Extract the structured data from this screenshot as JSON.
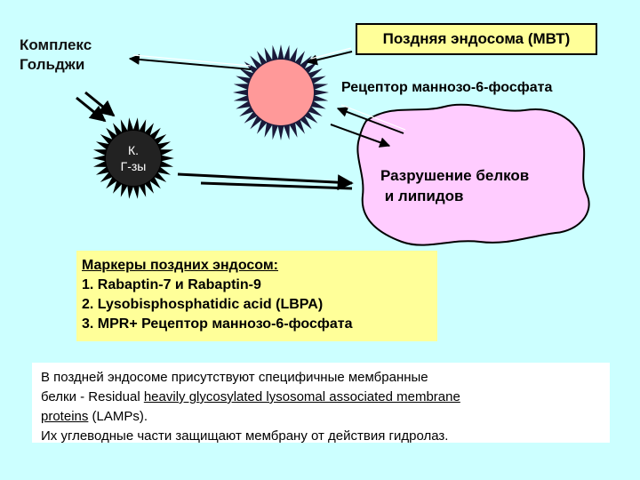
{
  "labels": {
    "golgi_line1": "Комплекс",
    "golgi_line2": "Гольджи",
    "late_endosome": "Поздняя эндосома (МВТ)",
    "receptor": "Рецептор маннозо-6-фосфата",
    "degradation_line1": "Разрушение белков",
    "degradation_line2": " и липидов",
    "granule_line1": "К.",
    "granule_line2": "Г-зы"
  },
  "markers": {
    "title": "Маркеры поздних эндосом:",
    "items": [
      "1. Rabaptin-7 и Rabaptin-9",
      "2. Lysobisphosphatidic acid (LBPA)",
      "3. MPR+ Рецептор маннозо-6-фосфата"
    ]
  },
  "note": {
    "line1": "В поздней эндосоме присутствуют специфичные мембранные",
    "line2_prefix": "белки - Residual ",
    "line2_underlined": "heavily glycosylated lysosomal associated membrane",
    "line3_underlined": "proteins",
    "line3_suffix": " (LAMPs).",
    "line4": "Их углеводные части защищают мембрану от действия гидролаз."
  },
  "colors": {
    "background": "#ccffff",
    "highlight_box": "#ffff99",
    "endosome_fill": "#ff9999",
    "endosome_spikes": "#1a1a3a",
    "lysosome_fill": "#ffccff",
    "granule_fill": "#222222"
  }
}
